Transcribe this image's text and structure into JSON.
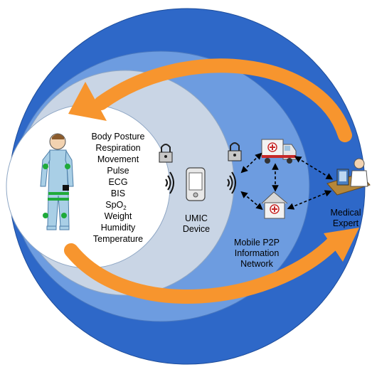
{
  "measurements": [
    {
      "text": "Body Posture"
    },
    {
      "text": "Respiration"
    },
    {
      "text": "Movement"
    },
    {
      "text": "Pulse"
    },
    {
      "text": "ECG"
    },
    {
      "text": "BIS"
    },
    {
      "text": "SpO",
      "sub": "2"
    },
    {
      "text": "Weight"
    },
    {
      "text": "Humidity"
    },
    {
      "text": "Temperature"
    }
  ],
  "umic": {
    "line1": "UMIC",
    "line2": "Device"
  },
  "network": {
    "line1": "Mobile P2P",
    "line2": "Information",
    "line3": "Network"
  },
  "expert": {
    "line1": "Medical",
    "line2": "Expert"
  },
  "colors": {
    "outer_ring": "#2e68c8",
    "middle_ring": "#6d9ce0",
    "inner_ring": "#c9d5e5",
    "center": "#ffffff",
    "arrow": "#f7952e",
    "patient_suit": "#a9cfe6",
    "sensor": "#1faa3a"
  },
  "icons": [
    "patient-figure-icon",
    "lock-icon",
    "wireless-signal-icon",
    "mobile-device-icon",
    "ambulance-icon",
    "hospital-icon",
    "doctor-at-computer-icon"
  ]
}
